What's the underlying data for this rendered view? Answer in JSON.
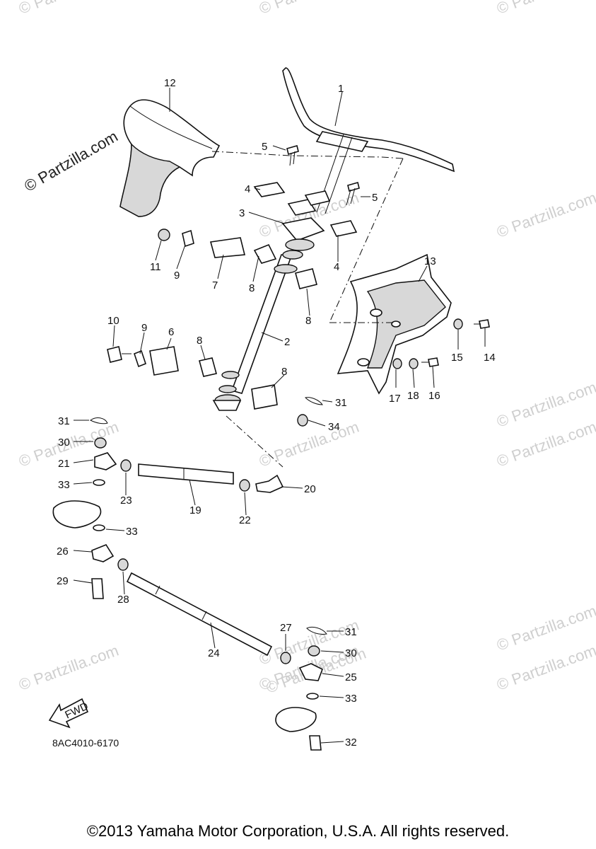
{
  "watermark": "© Partzilla.com",
  "diagram_watermark": "© Partzilla.com",
  "ref_code": "8AC4010-6170",
  "fwd_label": "FWD",
  "copyright": "©2013 Yamaha Motor Corporation, U.S.A. All rights reserved.",
  "labels": [
    "1",
    "2",
    "3",
    "4",
    "4",
    "5",
    "5",
    "6",
    "7",
    "8",
    "8",
    "8",
    "8",
    "9",
    "9",
    "10",
    "11",
    "12",
    "13",
    "14",
    "15",
    "16",
    "17",
    "18",
    "19",
    "20",
    "21",
    "22",
    "23",
    "24",
    "25",
    "26",
    "27",
    "28",
    "29",
    "30",
    "30",
    "31",
    "31",
    "31",
    "32",
    "33",
    "33",
    "33",
    "34"
  ]
}
